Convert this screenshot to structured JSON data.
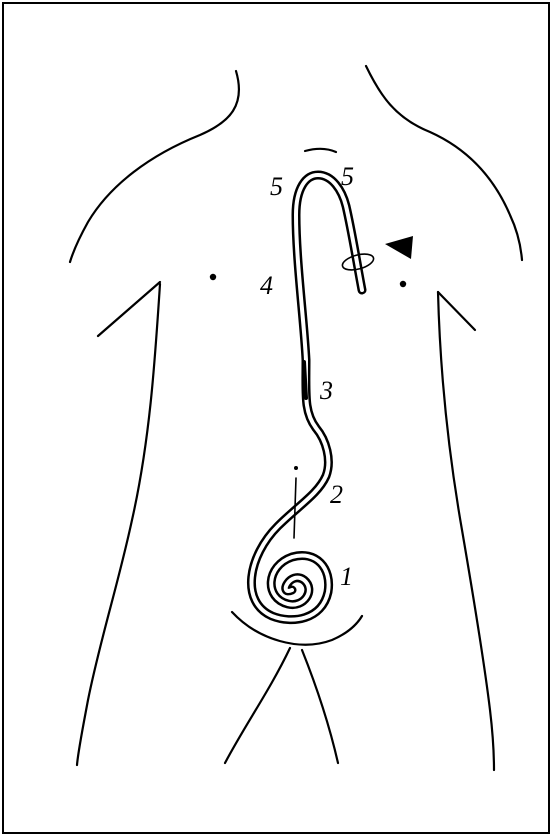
{
  "labels": [
    {
      "id": "label-1",
      "text": "1"
    },
    {
      "id": "label-2",
      "text": "2"
    },
    {
      "id": "label-3",
      "text": "3"
    },
    {
      "id": "label-4",
      "text": "4"
    },
    {
      "id": "label-5-left",
      "text": "5"
    },
    {
      "id": "label-5-right",
      "text": "5"
    }
  ],
  "colors": {
    "ink": "#000000",
    "paper": "#ffffff"
  }
}
